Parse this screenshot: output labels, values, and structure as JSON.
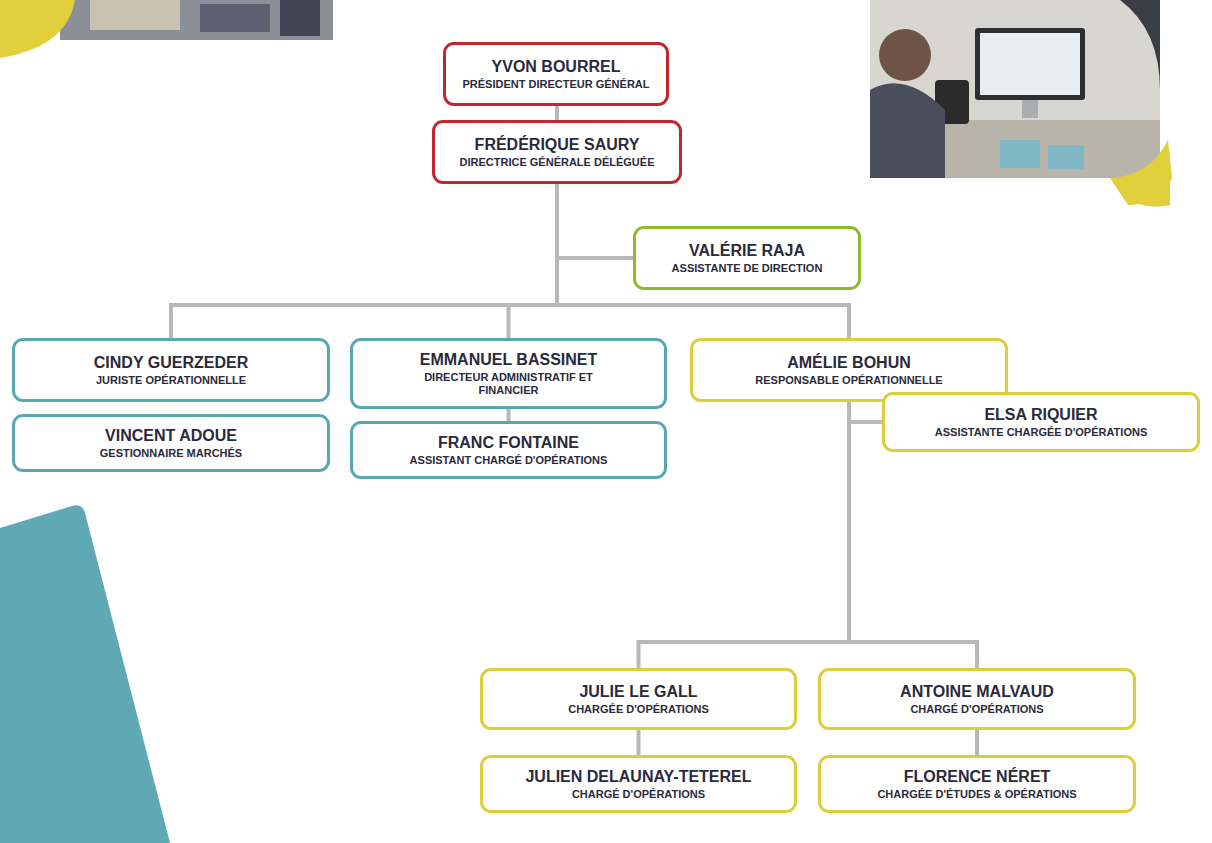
{
  "diagram": {
    "nodes": [
      {
        "text": [
          "YVON BOURREL",
          "PRÉSIDENT DIRECTEUR GÉNÉRAL"
        ]
      },
      {
        "text": [
          "FRÉDÉRIQUE SAURY",
          "DIRECTRICE GÉNÉRALE DÉLÉGUÉE"
        ]
      },
      {
        "text": [
          "VALÉRIE RAJA",
          "ASSISTANTE DE DIRECTION"
        ]
      },
      {
        "text": [
          "CINDY GUERZEDER",
          "JURISTE OPÉRATIONNELLE"
        ]
      },
      {
        "text": [
          "EMMANUEL BASSINET",
          "DIRECTEUR ADMINISTRATIF ET FINANCIER"
        ]
      },
      {
        "text": [
          "AMÉLIE BOHUN",
          "RESPONSABLE OPÉRATIONNELLE"
        ]
      },
      {
        "text": [
          "VINCENT ADOUE",
          "GESTIONNAIRE MARCHÉS"
        ]
      },
      {
        "text": [
          "FRANC FONTAINE",
          "ASSISTANT CHARGÉ D'OPÉRATIONS"
        ]
      },
      {
        "text": [
          "ELSA RIQUIER",
          "ASSISTANTE CHARGÉE D'OPÉRATIONS"
        ]
      },
      {
        "text": [
          "JULIE LE GALL",
          "CHARGÉE D'OPÉRATIONS"
        ]
      },
      {
        "text": [
          "ANTOINE MALVAUD",
          "CHARGÉ D'OPÉRATIONS"
        ]
      },
      {
        "text": [
          "JULIEN DELAUNAY-TETEREL",
          "CHARGÉ D'OPÉRATIONS"
        ]
      },
      {
        "text": [
          "FLORENCE NÉRET",
          "CHARGÉE D'ÉTUDES & OPÉRATIONS"
        ]
      }
    ],
    "edges": [
      {
        "from": 0,
        "to": 1,
        "arrow": "none"
      },
      {
        "from": 1,
        "to": 2,
        "arrow": "none"
      },
      {
        "from": 1,
        "to": 3,
        "arrow": "none"
      },
      {
        "from": 1,
        "to": 4,
        "arrow": "none"
      },
      {
        "from": 1,
        "to": 5,
        "arrow": "none"
      },
      {
        "from": 4,
        "to": 7,
        "arrow": "none"
      },
      {
        "from": 5,
        "to": 8,
        "arrow": "none"
      },
      {
        "from": 5,
        "to": 9,
        "arrow": "none"
      },
      {
        "from": 5,
        "to": 10,
        "arrow": "none"
      },
      {
        "from": 9,
        "to": 11,
        "arrow": "none"
      },
      {
        "from": 10,
        "to": 12,
        "arrow": "none"
      }
    ]
  }
}
